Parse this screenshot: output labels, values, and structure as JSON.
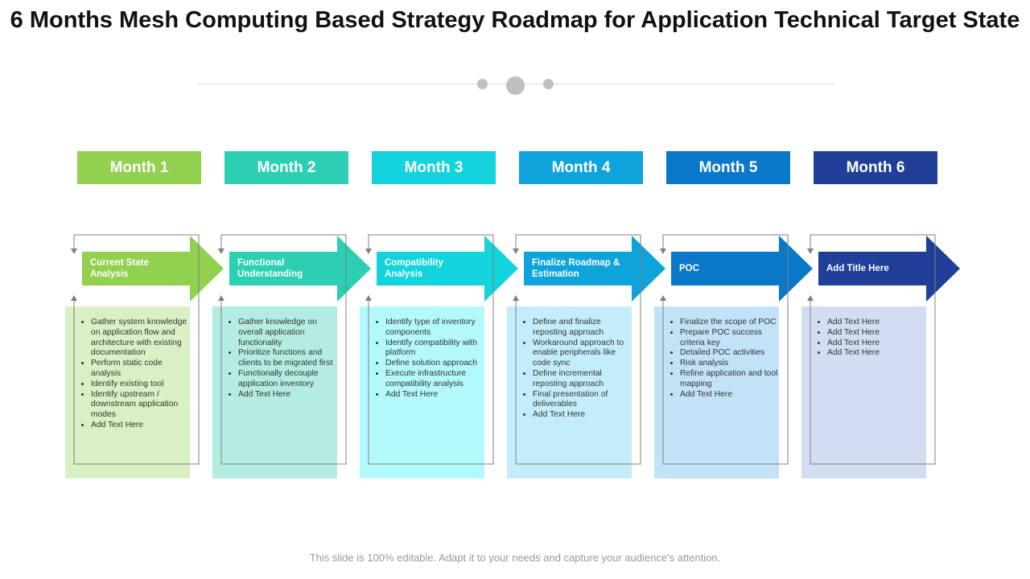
{
  "title": "6 Months Mesh Computing Based Strategy Roadmap for Application Technical Target State",
  "footer": "This slide is 100% editable. Adapt it to your needs and capture your audience's attention.",
  "columns": [
    {
      "month": "Month 1",
      "stage": "Current State Analysis",
      "color": "#92d050",
      "light": "#d9efc4",
      "items": [
        "Gather system knowledge on application flow and architecture with existing documentation",
        "Perform static code analysis",
        "Identify existing tool",
        "Identify upstream / downstream application modes",
        "Add Text Here"
      ]
    },
    {
      "month": "Month 2",
      "stage": "Functional Understanding",
      "color": "#2dcfb3",
      "light": "#b3ece2",
      "items": [
        "Gather knowledge on overall application functionality",
        "Prioritize functions and clients to be migrated first",
        "Functionally decouple application inventory",
        "Add Text Here"
      ]
    },
    {
      "month": "Month 3",
      "stage": "Compatibility Analysis",
      "color": "#13d3dc",
      "light": "#b3f8fb",
      "items": [
        "Identify type of inventory components",
        "Identify compatibility with platform",
        "Define solution approach",
        "Execute infrastructure compatibility analysis",
        "Add Text Here"
      ]
    },
    {
      "month": "Month 4",
      "stage": "Finalize Roadmap & Estimation",
      "color": "#0fa3dc",
      "light": "#c4edfb",
      "items": [
        "Define and finalize reposting approach",
        "Workaround approach to enable peripherals like code sync",
        "Define incremental reposting approach",
        "Final presentation of deliverables",
        "Add Text Here"
      ]
    },
    {
      "month": "Month 5",
      "stage": "POC",
      "color": "#0a78c8",
      "light": "#c2e2f7",
      "items": [
        "Finalize the scope of POC",
        "Prepare POC success criteria key",
        "Detailed POC activities",
        "Risk analysis",
        "Refine application and tool mapping",
        "Add Text Here"
      ]
    },
    {
      "month": "Month 6",
      "stage": "Add Title Here",
      "color": "#1f3f99",
      "light": "#d3ddf2",
      "items": [
        "Add Text Here",
        "Add Text Here",
        "Add Text Here",
        "Add Text Here"
      ]
    }
  ]
}
